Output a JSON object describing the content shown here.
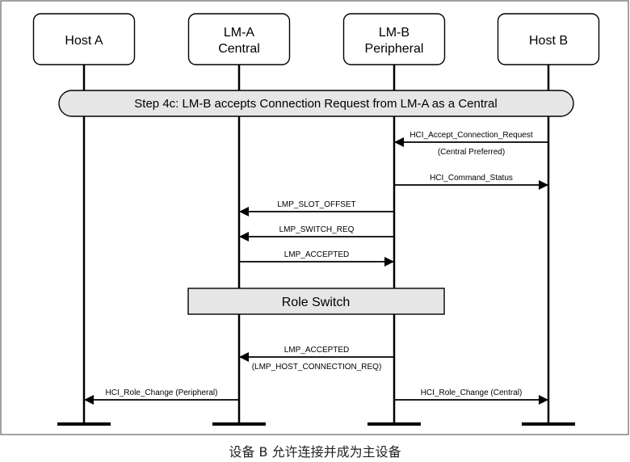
{
  "participants": [
    {
      "id": "host-a",
      "lines": [
        "Host A"
      ]
    },
    {
      "id": "lm-a",
      "lines": [
        "LM-A",
        "Central"
      ]
    },
    {
      "id": "lm-b",
      "lines": [
        "LM-B",
        "Peripheral"
      ]
    },
    {
      "id": "host-b",
      "lines": [
        "Host B"
      ]
    }
  ],
  "step_banner": "Step 4c: LM-B accepts Connection Request from LM-A as a Central",
  "messages": [
    {
      "from": "host-b",
      "to": "lm-b",
      "label": "HCI_Accept_Connection_Request",
      "sublabel": "(Central Preferred)"
    },
    {
      "from": "lm-b",
      "to": "host-b",
      "label": "HCI_Command_Status",
      "sublabel": ""
    },
    {
      "from": "lm-b",
      "to": "lm-a",
      "label": "LMP_SLOT_OFFSET",
      "sublabel": ""
    },
    {
      "from": "lm-b",
      "to": "lm-a",
      "label": "LMP_SWITCH_REQ",
      "sublabel": ""
    },
    {
      "from": "lm-a",
      "to": "lm-b",
      "label": "LMP_ACCEPTED",
      "sublabel": ""
    },
    {
      "from": "lm-b",
      "to": "lm-a",
      "label": "LMP_ACCEPTED",
      "sublabel": "(LMP_HOST_CONNECTION_REQ)"
    },
    {
      "from": "lm-a",
      "to": "host-a",
      "label": "HCI_Role_Change (Peripheral)",
      "sublabel": ""
    },
    {
      "from": "lm-b",
      "to": "host-b",
      "label": "HCI_Role_Change (Central)",
      "sublabel": ""
    }
  ],
  "role_switch": {
    "label": "Role Switch",
    "between": [
      "lm-a",
      "lm-b"
    ]
  },
  "caption": "设备 B 允许连接并成为主设备"
}
